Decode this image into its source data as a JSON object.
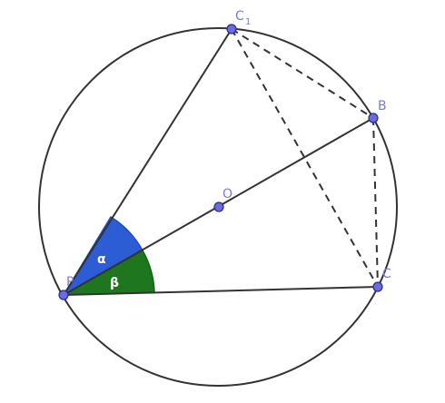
{
  "points": {
    "P": {
      "label": "P"
    },
    "O": {
      "label": "O"
    },
    "B": {
      "label": "B"
    },
    "C": {
      "label": "C"
    },
    "C1": {
      "label": "C",
      "subscript": "1"
    }
  },
  "angles": {
    "alpha": {
      "label": "α",
      "color": "#1a4fd0"
    },
    "beta": {
      "label": "β",
      "color": "#0b6b0b"
    }
  },
  "colors": {
    "stroke": "#333333",
    "point_fill": "#6b6be0",
    "point_stroke": "#2a2a80",
    "label": "#7a7ad8"
  }
}
